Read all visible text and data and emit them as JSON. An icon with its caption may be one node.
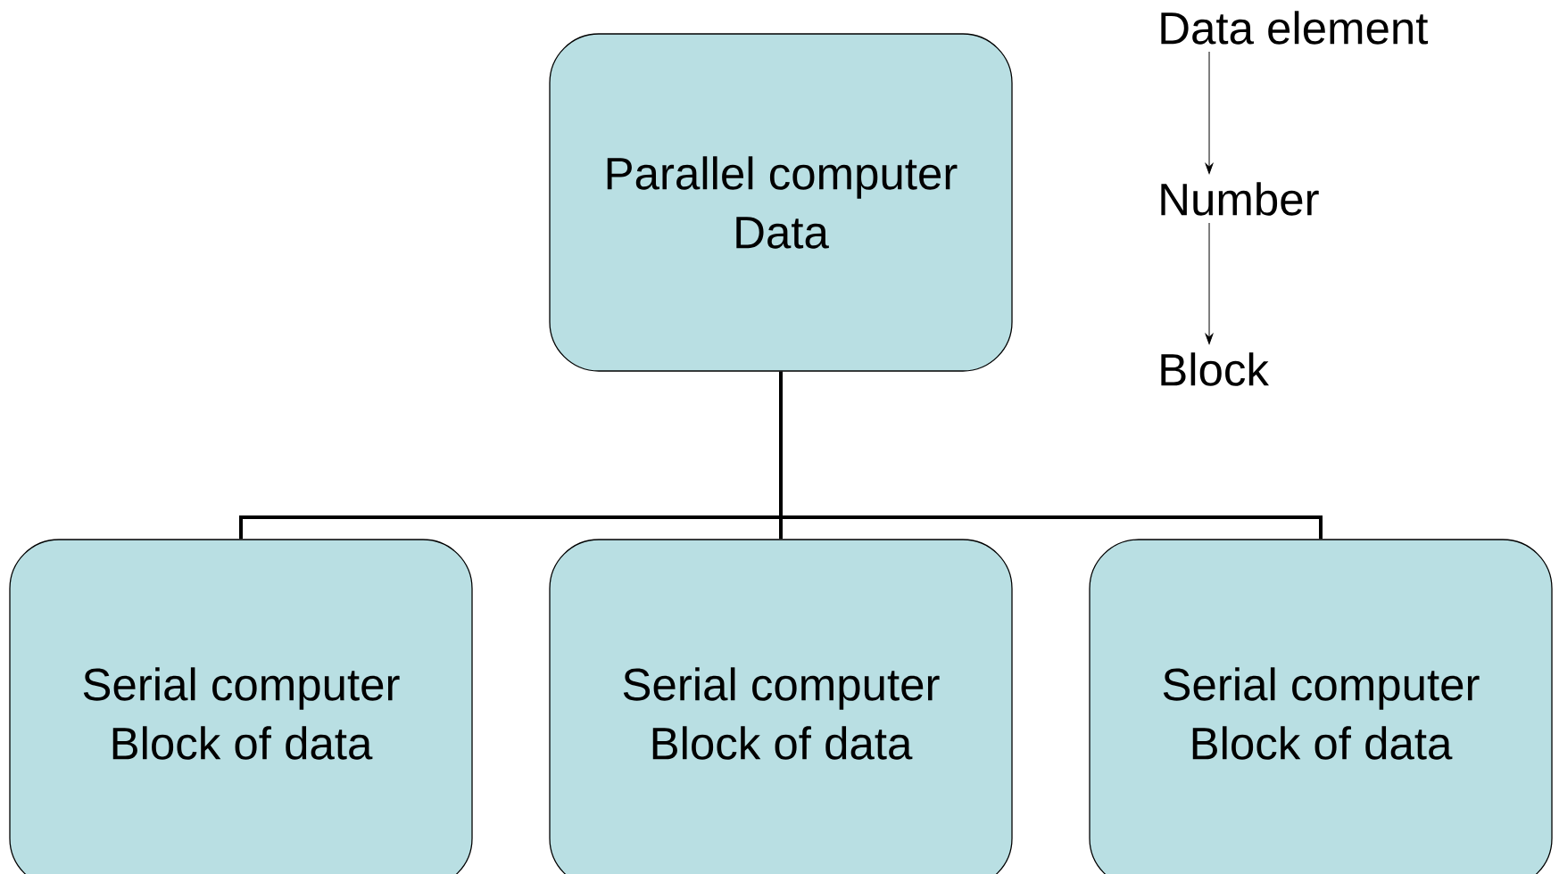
{
  "diagram": {
    "nodes": [
      {
        "text": [
          "Parallel computer",
          "Data"
        ]
      },
      {
        "text": [
          "Serial computer",
          "Block of data"
        ]
      },
      {
        "text": [
          "Serial computer",
          "Block of data"
        ]
      },
      {
        "text": [
          "Serial computer",
          "Block of data"
        ]
      },
      {
        "text": [
          "Data element"
        ]
      },
      {
        "text": [
          "Number"
        ]
      },
      {
        "text": [
          "Block"
        ]
      }
    ],
    "edges": [
      {
        "from": 0,
        "to": 1,
        "arrow": "none"
      },
      {
        "from": 0,
        "to": 2,
        "arrow": "none"
      },
      {
        "from": 0,
        "to": 3,
        "arrow": "none"
      },
      {
        "from": 4,
        "to": 5,
        "arrow": "to"
      },
      {
        "from": 5,
        "to": 6,
        "arrow": "to"
      }
    ]
  }
}
